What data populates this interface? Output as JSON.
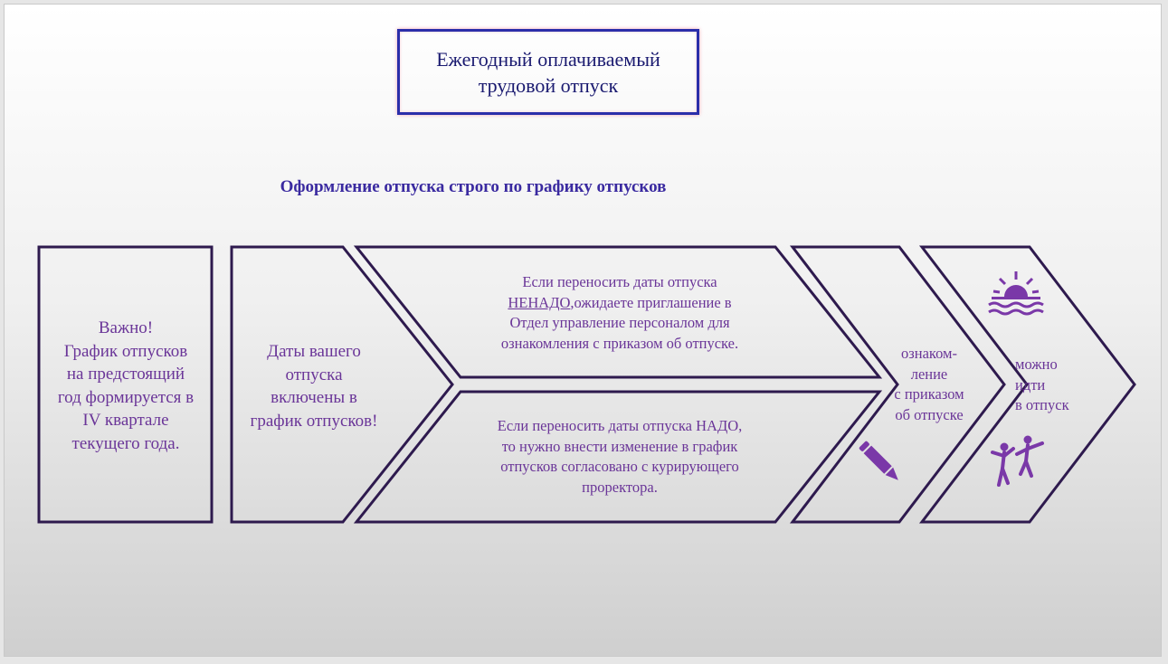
{
  "title": "Ежегодный оплачиваемый\nтрудовой отпуск",
  "subtitle": "Оформление отпуска строго по графику отпусков",
  "colors": {
    "outline": "#2e1a4e",
    "text": "#6a3598",
    "icon": "#7a38a8",
    "title_border": "#2b2eaa"
  },
  "boxes": {
    "important": "Важно!\nГрафик отпусков\nна предстоящий\nгод формируется в\nIV квартале\nтекущего года.",
    "included": "Даты вашего\nотпуска\nвключены в\nграфик отпусков!",
    "no_change": {
      "line1": "Если переносить даты отпуска",
      "underlined": "НЕНАДО",
      "rest": ",ожидаете приглашение в\nОтдел управление персоналом для\nознакомления с приказом об отпуске."
    },
    "change": "Если переносить даты отпуска НАДО,\nто нужно внести изменение в график\nотпусков согласовано с курирующего\nпроректора.",
    "acquaint": "ознаком-\nление\n  с приказом\nоб  отпуске",
    "go": "можно\n      идти\nв отпуск"
  },
  "icons": [
    "pencil-icon",
    "sunset-sea-icon",
    "dancing-people-icon"
  ]
}
